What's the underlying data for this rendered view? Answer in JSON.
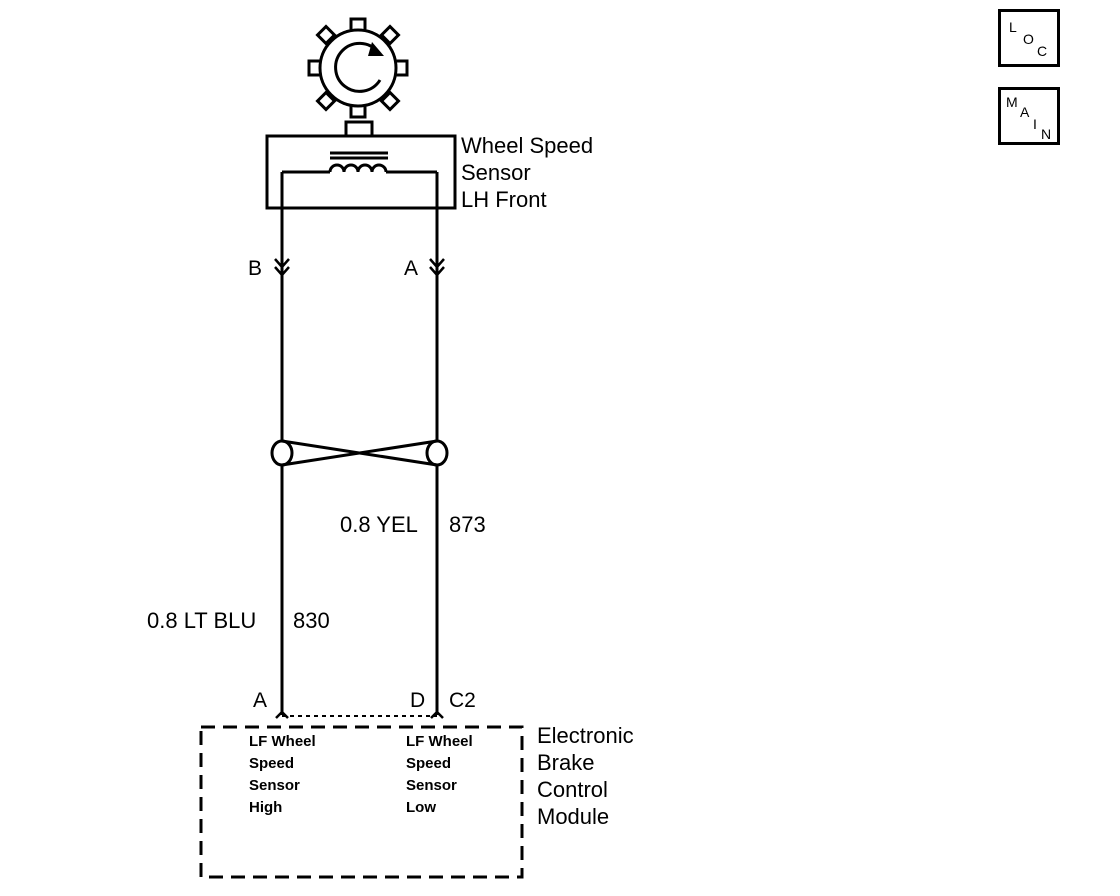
{
  "sensor": {
    "title_line1": "Wheel Speed",
    "title_line2": "Sensor",
    "title_line3": "LH Front",
    "pin_b": "B",
    "pin_a": "A"
  },
  "wires": {
    "left_size_color": "0.8 LT BLU",
    "left_circuit": "830",
    "right_size_color": "0.8 YEL",
    "right_circuit": "873"
  },
  "module": {
    "title_line1": "Electronic",
    "title_line2": "Brake",
    "title_line3": "Control",
    "title_line4": "Module",
    "pin_a": "A",
    "pin_d": "D",
    "connector": "C2",
    "left_func": [
      "LF Wheel",
      "Speed",
      "Sensor",
      "High"
    ],
    "right_func": [
      "LF Wheel",
      "Speed",
      "Sensor",
      "Low"
    ]
  },
  "nav": {
    "loc": {
      "l1": "L",
      "l2": "O",
      "l3": "C"
    },
    "main": {
      "l1": "M",
      "l2": "A",
      "l3": "I",
      "l4": "N"
    }
  }
}
